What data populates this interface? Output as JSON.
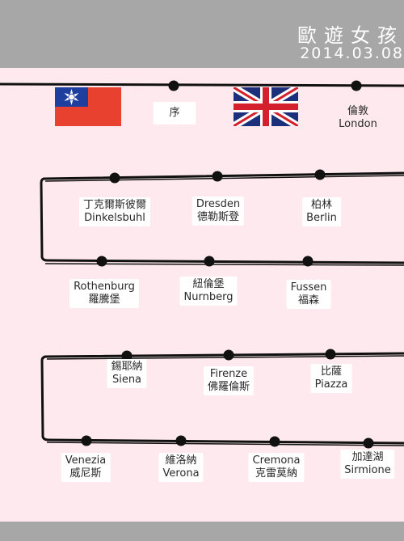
{
  "header": {
    "title": "歐遊女孩",
    "date": "2014.03.08"
  },
  "colors": {
    "background": "#fde9ee",
    "bars": "#a7a7a7",
    "route": "#111111"
  },
  "stops": {
    "preface": {
      "cn": "序",
      "icon": "taiwan-flag"
    },
    "london": {
      "cn": "倫敦",
      "en": "London",
      "icon": "uk-flag"
    },
    "dinkelsbuhl": {
      "cn": "丁克爾斯彼爾",
      "en": "Dinkelsbuhl"
    },
    "dresden": {
      "en": "Dresden",
      "cn": "德勒斯登"
    },
    "berlin": {
      "cn": "柏林",
      "en": "Berlin"
    },
    "rothenburg": {
      "en": "Rothenburg",
      "cn": "羅騰堡"
    },
    "nurnberg": {
      "cn": "紐倫堡",
      "en": "Nurnberg"
    },
    "fussen": {
      "en": "Fussen",
      "cn": "福森"
    },
    "siena": {
      "cn": "錫耶納",
      "en": "Siena"
    },
    "firenze": {
      "en": "Firenze",
      "cn": "佛羅倫斯"
    },
    "piazza": {
      "cn": "比薩",
      "en": "Piazza"
    },
    "venezia": {
      "en": "Venezia",
      "cn": "威尼斯"
    },
    "verona": {
      "cn": "維洛納",
      "en": "Verona"
    },
    "cremona": {
      "en": "Cremona",
      "cn": "克雷莫納"
    },
    "sirmione": {
      "cn": "加達湖",
      "en": "Sirmione"
    }
  }
}
